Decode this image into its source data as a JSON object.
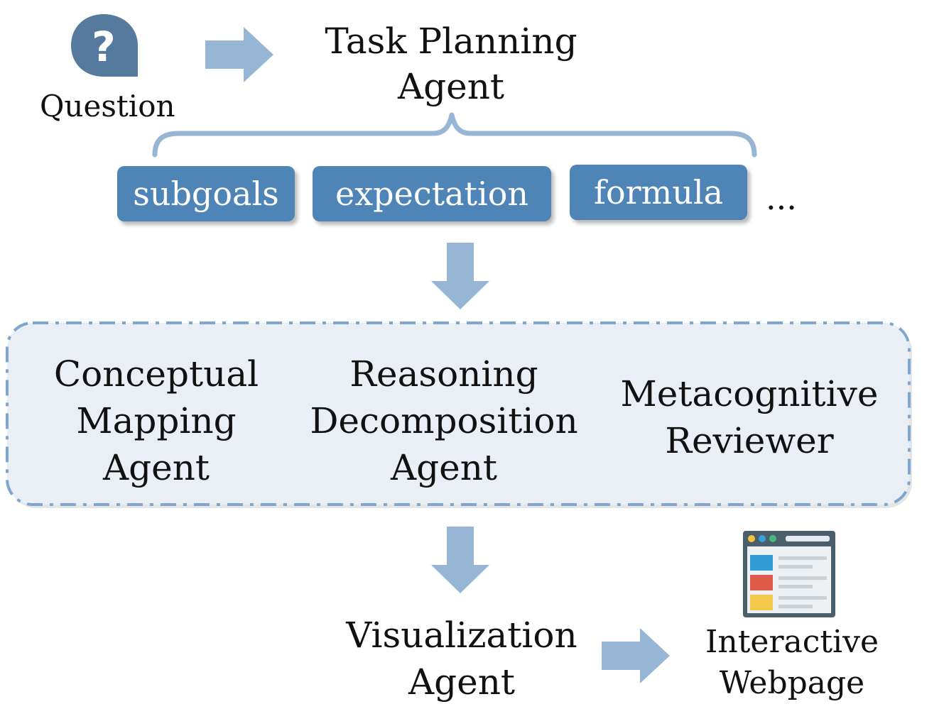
{
  "colors": {
    "accent": "#4f84b6",
    "arrow": "#97b6d6",
    "panel_fill": "#eaeff6",
    "panel_border": "#7fa6ce",
    "icon_dark": "#557a9d"
  },
  "icons": {
    "question": "question-bubble-icon",
    "webpage": "browser-window-icon"
  },
  "question": {
    "label": "Question"
  },
  "task_planning": {
    "line1": "Task Planning",
    "line2": "Agent"
  },
  "outputs": {
    "items": [
      "subgoals",
      "expectation",
      "formula"
    ],
    "ellipsis": "..."
  },
  "agents": {
    "conceptual_mapping": {
      "line1": "Conceptual",
      "line2": "Mapping",
      "line3": "Agent"
    },
    "reasoning_decomposition": {
      "line1": "Reasoning",
      "line2": "Decomposition",
      "line3": "Agent"
    },
    "metacognitive_reviewer": {
      "line1": "Metacognitive",
      "line2": "Reviewer"
    }
  },
  "visualization": {
    "line1": "Visualization",
    "line2": "Agent"
  },
  "webpage": {
    "line1": "Interactive",
    "line2": "Webpage"
  }
}
